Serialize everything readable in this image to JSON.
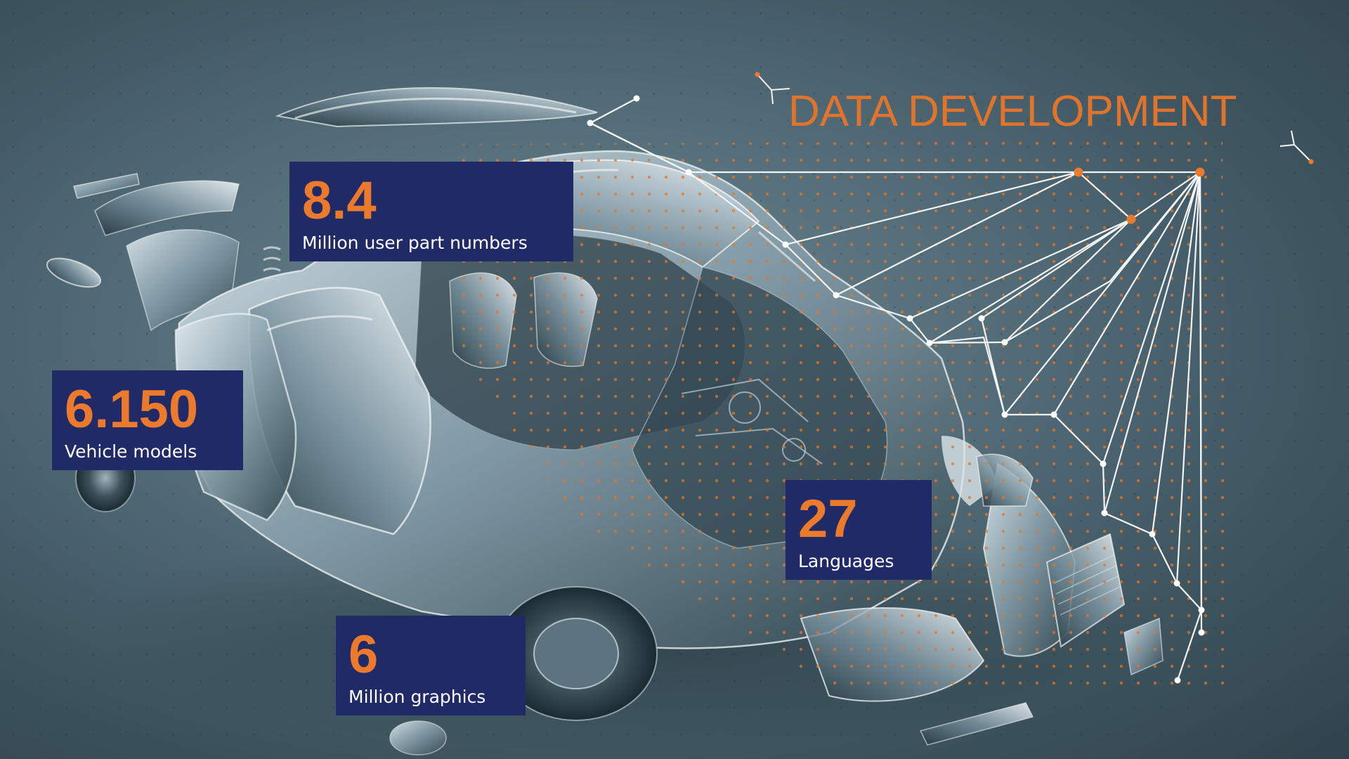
{
  "title": "DATA DEVELOPMENT",
  "colors": {
    "accent_orange": "#e0742c",
    "box_navy": "#1f2a66",
    "background": "#56707b"
  },
  "stats": [
    {
      "value": "8.4",
      "label": "Million user part numbers"
    },
    {
      "value": "6.150",
      "label": "Vehicle models"
    },
    {
      "value": "27",
      "label": "Languages"
    },
    {
      "value": "6",
      "label": "Million graphics"
    }
  ]
}
